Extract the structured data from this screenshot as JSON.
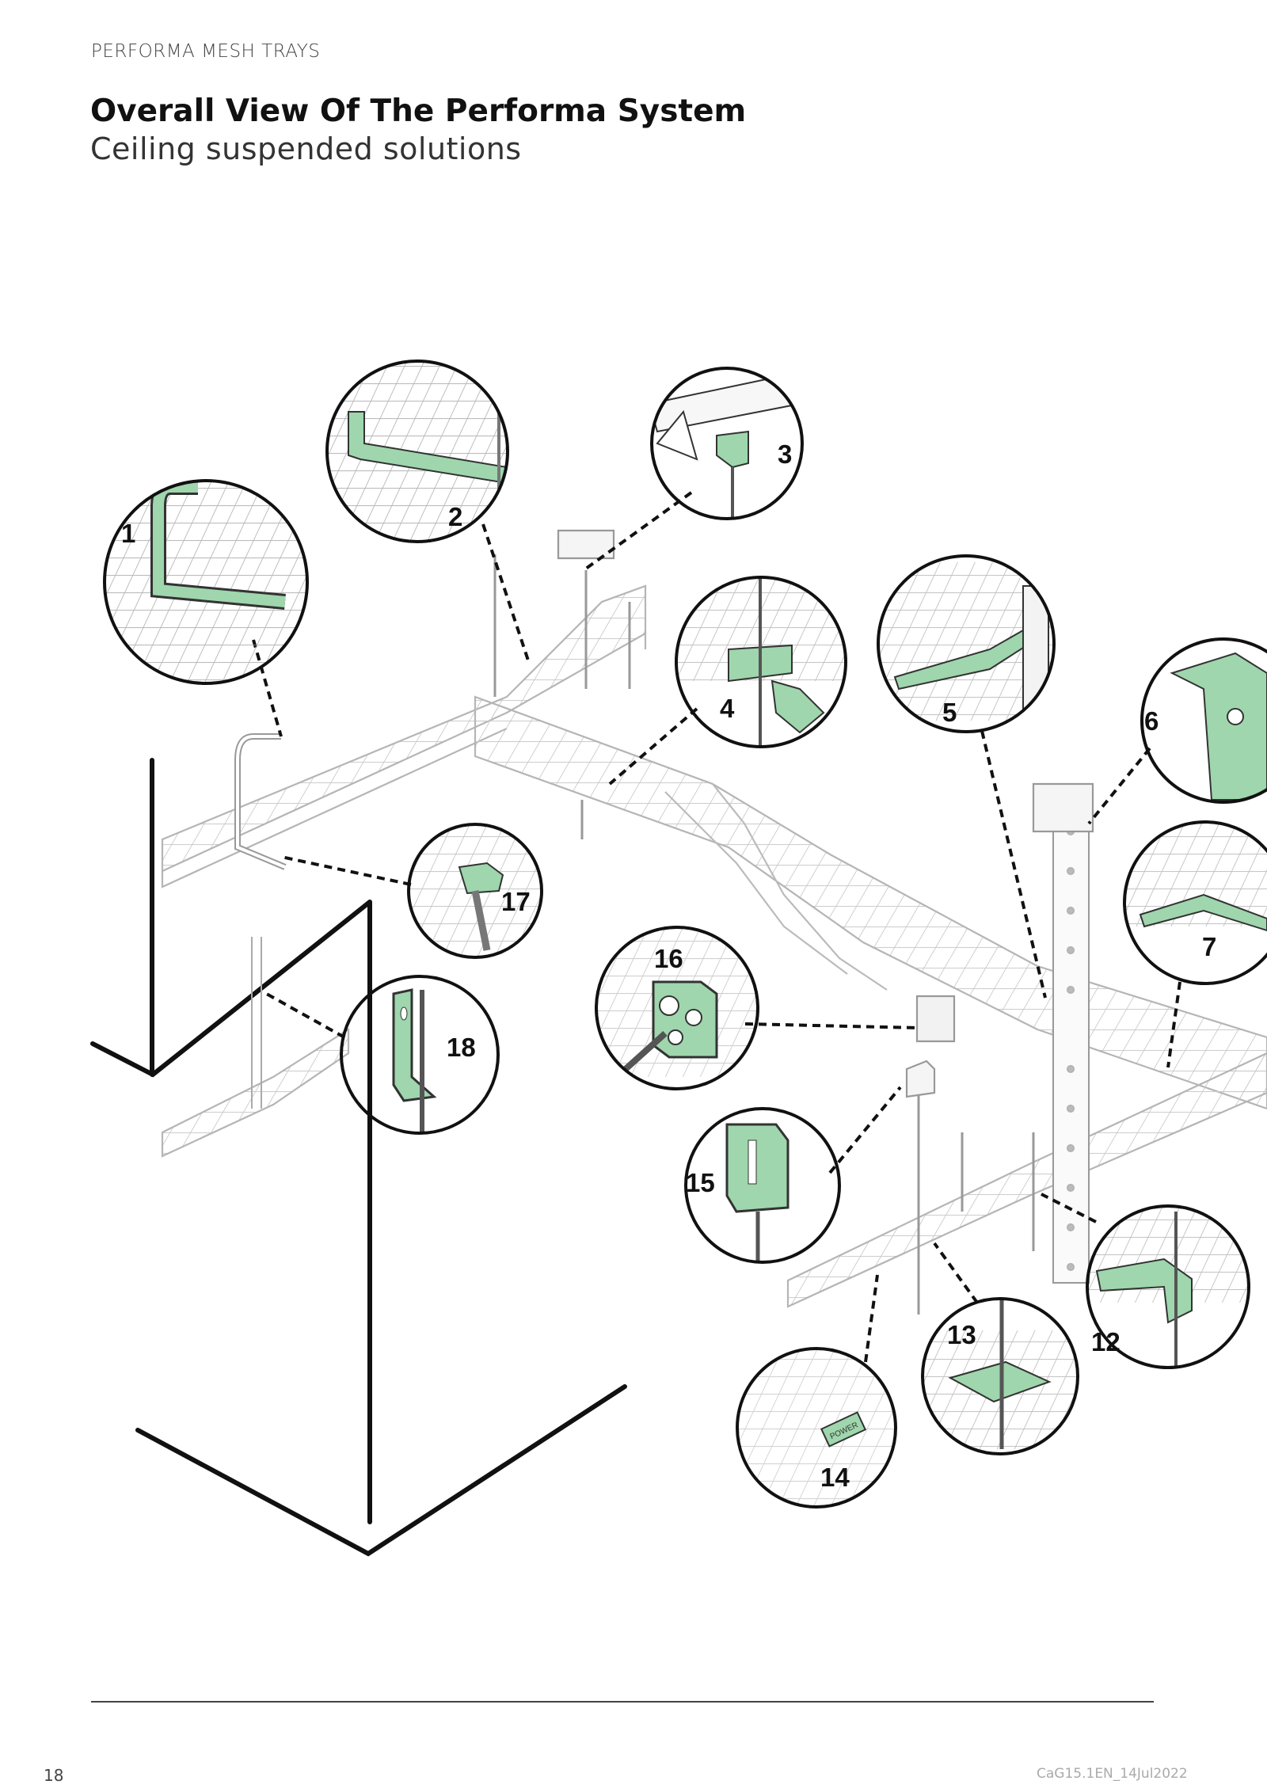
{
  "header": {
    "section_label": "PERFORMA MESH TRAYS",
    "title": "Overall View Of The Performa System",
    "subtitle": "Ceiling suspended solutions"
  },
  "figure": {
    "callouts": [
      "1",
      "2",
      "3",
      "4",
      "5",
      "6",
      "7",
      "12",
      "13",
      "14",
      "15",
      "16",
      "17",
      "18"
    ],
    "label_text": "POWER",
    "colors": {
      "accent_green": "#9fd6ad",
      "outline": "#111111",
      "wire": "#c9c9c9"
    }
  },
  "footer": {
    "page_number": "18",
    "doc_code": "CaG15.1EN_14Jul2022"
  }
}
